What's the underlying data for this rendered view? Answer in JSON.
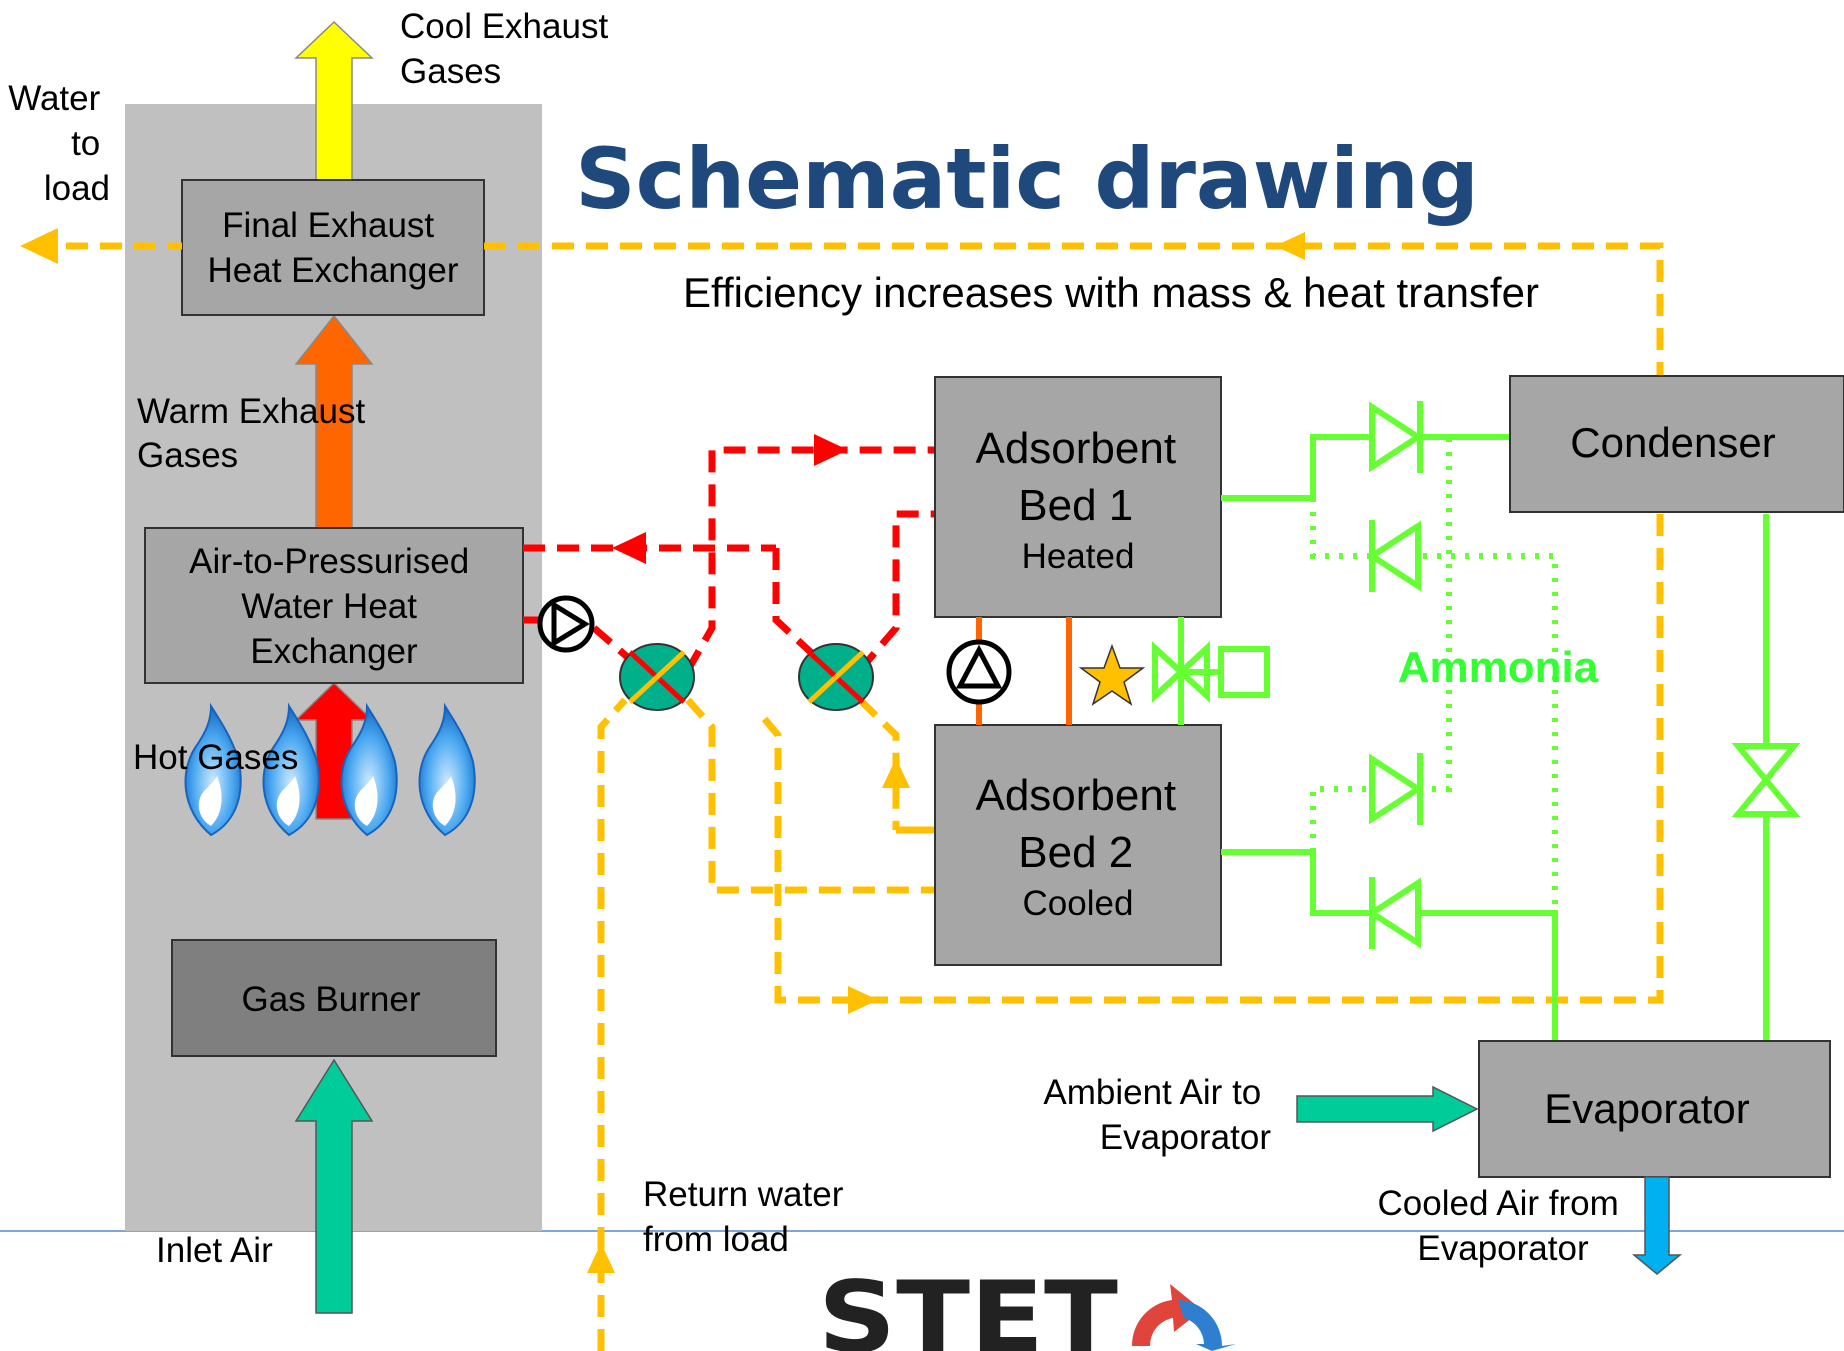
{
  "title": "Schematic drawing",
  "subtitle": "Efficiency increases with mass & heat transfer",
  "stack_labels": {
    "cool_exhaust": [
      "Cool Exhaust",
      "Gases"
    ],
    "water_to_load": [
      "Water",
      "to",
      "load"
    ],
    "warm_exhaust": [
      "Warm Exhaust",
      "Gases"
    ],
    "hot_gases": "Hot Gases",
    "inlet_air": "Inlet Air"
  },
  "components": {
    "final_hx": [
      "Final Exhaust",
      "Heat Exchanger"
    ],
    "air_hx": [
      "Air-to-Pressurised",
      "Water Heat",
      "Exchanger"
    ],
    "gas_burner": "Gas Burner",
    "bed1": [
      "Adsorbent",
      "Bed 1",
      "Heated"
    ],
    "bed2": [
      "Adsorbent",
      "Bed 2",
      "Cooled"
    ],
    "condenser": "Condenser",
    "evaporator": "Evaporator"
  },
  "flow_labels": {
    "ammonia": "Ammonia",
    "ambient_air": [
      "Ambient Air to",
      "Evaporator"
    ],
    "cooled_air": [
      "Cooled Air from",
      "Evaporator"
    ],
    "return_water": [
      "Return water",
      "from load"
    ]
  },
  "logo": "STET",
  "colors": {
    "title": "#1f497d",
    "hot_water": "#ff0000",
    "cool_water": "#ffc000",
    "ammonia": "#66ff33",
    "ammonia_text": "#33ff33",
    "hot_gas": "#ff0000",
    "warm_gas": "#ff6600",
    "cool_gas": "#ffff00",
    "inlet_air": "#00cc99",
    "cooled_air": "#00b0f0",
    "box": "#a6a6a6",
    "burner": "#7f7f7f",
    "stack": "#c0c0c0",
    "valve": "#00b08a"
  }
}
